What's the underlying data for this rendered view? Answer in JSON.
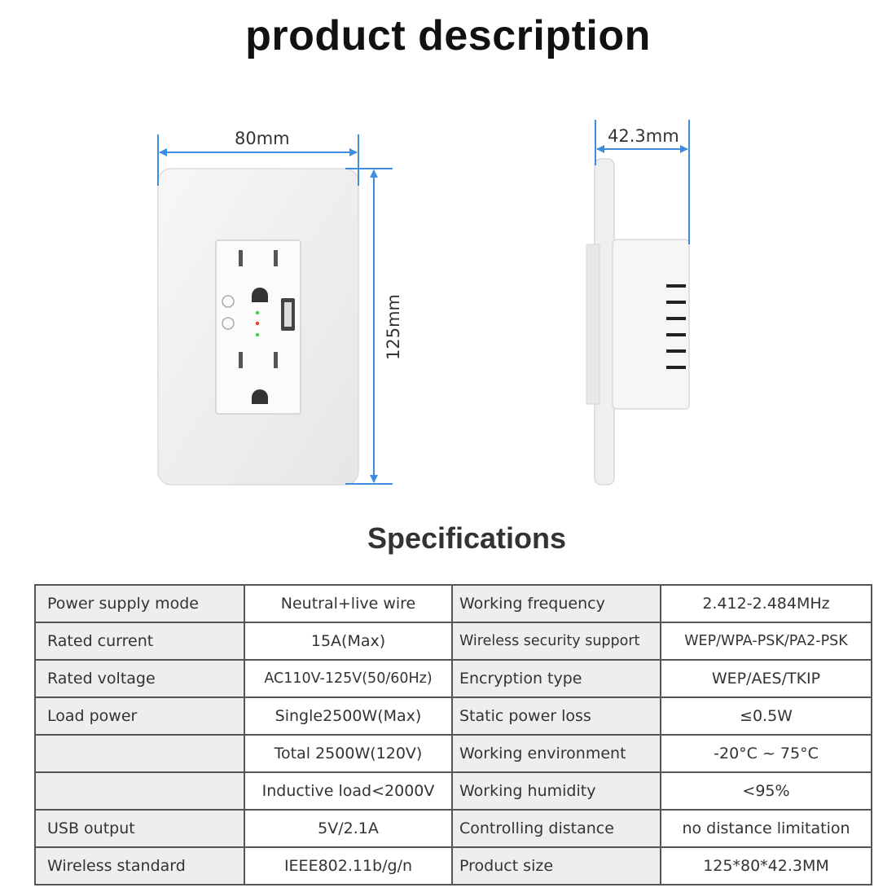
{
  "title": "product description",
  "dimensions": {
    "width": "80mm",
    "height": "125mm",
    "depth": "42.3mm"
  },
  "specifications_title": "Specifications",
  "colors": {
    "dimension_line": "#3d8ee0",
    "table_border": "#555555",
    "key_cell_bg": "#eeeeee",
    "led_green": "#3bd14a",
    "led_red": "#e83a2e"
  },
  "specs": [
    {
      "k1": "Power supply mode",
      "v1": "Neutral+live wire",
      "k2": "Working frequency",
      "v2": "2.412-2.484MHz"
    },
    {
      "k1": "Rated current",
      "v1": "15A(Max)",
      "k2": "Wireless security support",
      "v2": "WEP/WPA-PSK/PA2-PSK"
    },
    {
      "k1": "Rated voltage",
      "v1": "AC110V-125V(50/60Hz)",
      "k2": "Encryption type",
      "v2": "WEP/AES/TKIP"
    },
    {
      "k1": "Load power",
      "v1": "Single2500W(Max)",
      "k2": "Static power loss",
      "v2": "≤0.5W"
    },
    {
      "k1": "",
      "v1": "Total 2500W(120V)",
      "k2": "Working environment",
      "v2": "-20°C ~ 75°C"
    },
    {
      "k1": "",
      "v1": "Inductive load<2000V",
      "k2": "Working humidity",
      "v2": "<95%"
    },
    {
      "k1": "USB output",
      "v1": "5V/2.1A",
      "k2": "Controlling distance",
      "v2": "no distance limitation"
    },
    {
      "k1": "Wireless standard",
      "v1": "IEEE802.11b/g/n",
      "k2": "Product size",
      "v2": "125*80*42.3MM"
    }
  ]
}
